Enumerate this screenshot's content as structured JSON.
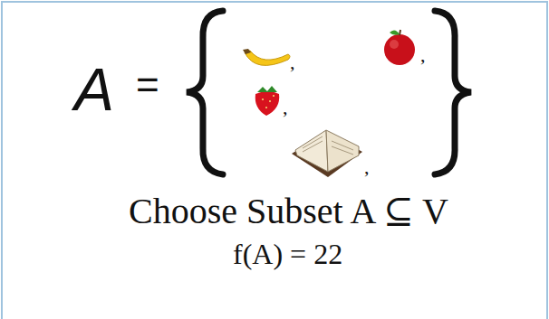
{
  "diagram": {
    "labels": [
      "A",
      "=",
      ",",
      ",",
      ",",
      ",",
      "Choose Subset A ⊆ V",
      "f(A) = 22"
    ]
  }
}
